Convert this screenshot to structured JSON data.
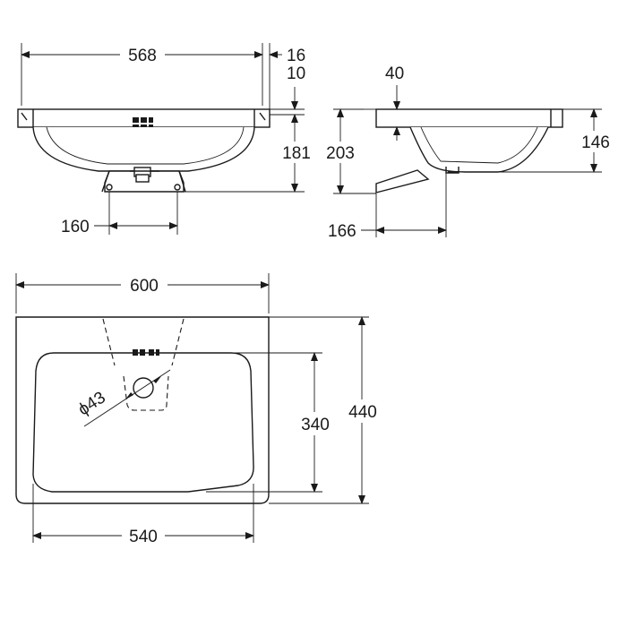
{
  "drawing": {
    "side_view": {
      "width_label": "568",
      "overhang_label": "16",
      "rim_label": "10",
      "height_label": "181",
      "bracket_label": "160"
    },
    "profile_view": {
      "top_label": "40",
      "height_label": "203",
      "depth_label": "146",
      "offset_label": "166"
    },
    "plan_view": {
      "width_label": "600",
      "depth_label": "440",
      "bowl_depth_label": "340",
      "bowl_width_label": "540",
      "hole_label": "ϕ43"
    }
  }
}
